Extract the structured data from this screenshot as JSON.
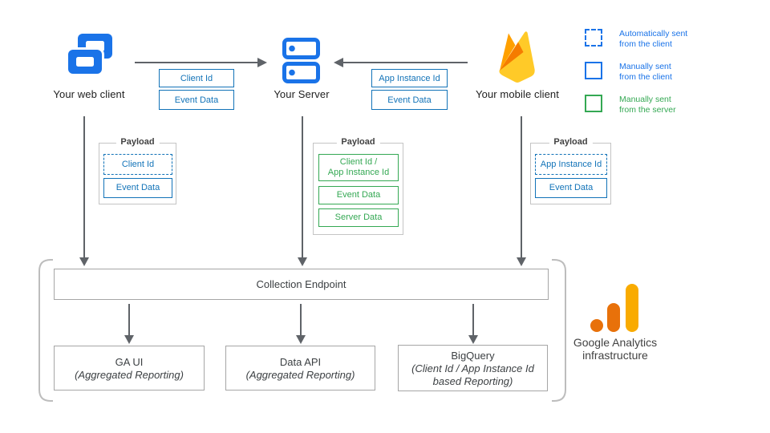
{
  "nodes": {
    "web": "Your web client",
    "server": "Your Server",
    "mobile": "Your mobile client"
  },
  "flows": {
    "web_to_server": [
      "Client Id",
      "Event Data"
    ],
    "mobile_to_server": [
      "App Instance Id",
      "Event Data"
    ]
  },
  "legend": {
    "items": [
      {
        "label": "Automatically sent\nfrom the client",
        "style": "dashed-blue"
      },
      {
        "label": "Manually sent\nfrom the client",
        "style": "solid-blue"
      },
      {
        "label": "Manually sent\nfrom the server",
        "style": "green"
      }
    ]
  },
  "payloads": {
    "title": "Payload",
    "web": [
      "Client Id",
      "Event Data"
    ],
    "server": [
      "Client Id /\nApp Instance Id",
      "Event Data",
      "Server Data"
    ],
    "mobile": [
      "App Instance Id",
      "Event Data"
    ]
  },
  "endpoint": {
    "label": "Collection Endpoint"
  },
  "outputs": [
    {
      "title": "GA UI",
      "subtitle": "(Aggregated Reporting)"
    },
    {
      "title": "Data API",
      "subtitle": "(Aggregated Reporting)"
    },
    {
      "title": "BigQuery",
      "subtitle": "(Client Id / App Instance Id\nbased Reporting)"
    }
  ],
  "brand": {
    "label": "Google Analytics\ninfrastructure"
  },
  "icons": {
    "web": "web-client-windows-icon",
    "server": "server-stack-icon",
    "mobile": "firebase-flame-icon",
    "analytics": "google-analytics-bars-icon"
  },
  "colors": {
    "icon_blue": "#1A73E8",
    "box_blue": "#1273B8",
    "green": "#34A853",
    "arrow_gray": "#5F6368",
    "ga_amber": "#F9AB00",
    "ga_orange": "#E8710A",
    "firebase_yellow": "#FFCA28",
    "firebase_orange": "#FFA000",
    "firebase_deep_orange": "#F57C00"
  }
}
